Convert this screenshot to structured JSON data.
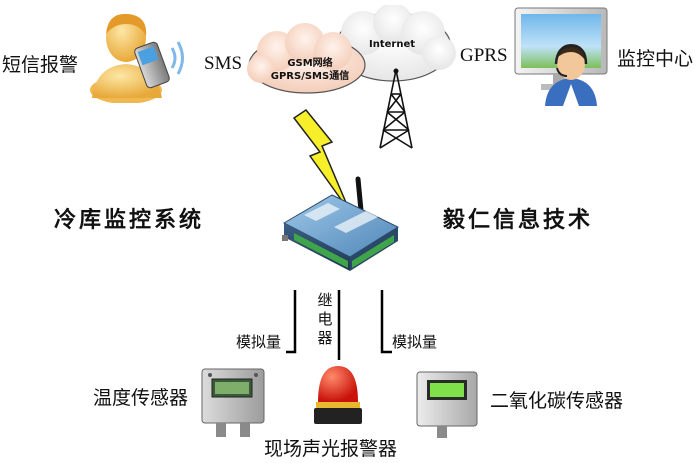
{
  "labels": {
    "sms_alarm": "短信报警",
    "sms": "SMS",
    "gprs": "GPRS",
    "monitor_center": "监控中心",
    "cold_storage_system": "冷库监控系统",
    "company": "毅仁信息技术",
    "relay": "继电器",
    "analog_left": "模拟量",
    "analog_right": "模拟量",
    "temp_sensor": "温度传感器",
    "co2_sensor": "二氧化碳传感器",
    "alarm_device": "现场声光报警器"
  },
  "cloud": {
    "line1": "GSM网络",
    "line2": "GPRS/SMS通信"
  },
  "internet": "Internet"
}
